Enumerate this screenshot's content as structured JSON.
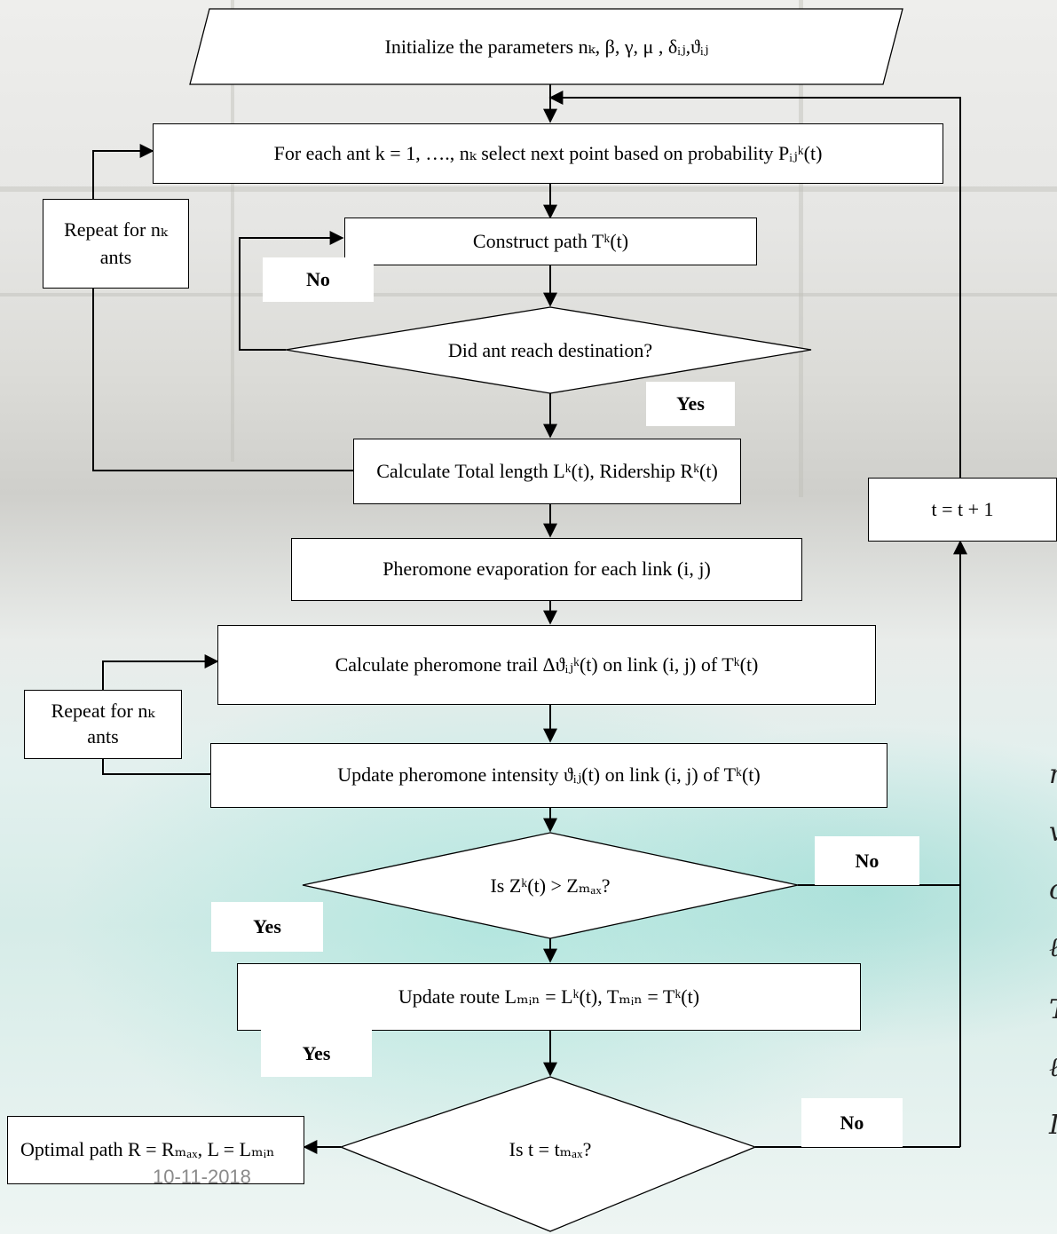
{
  "init": "Initialize the parameters nₖ, β, γ, μ , δᵢⱼ,ϑᵢⱼ",
  "select": "For each ant k = 1, …., nₖ select next point based on probability Pᵢⱼᵏ(t)",
  "repeat1": "Repeat for nₖ ants",
  "construct": "Construct path Tᵏ(t)",
  "no1": "No",
  "decision1": "Did ant reach destination?",
  "yes1": "Yes",
  "calc_total": "Calculate Total length Lᵏ(t), Ridership Rᵏ(t)",
  "t_update": "t = t + 1",
  "evaporation": "Pheromone evaporation for each link (i, j)",
  "calc_trail": "Calculate pheromone trail Δϑᵢⱼᵏ(t) on link (i, j) of Tᵏ(t)",
  "repeat2": "Repeat for nₖ ants",
  "update_intensity": "Update pheromone intensity ϑᵢⱼ(t) on link (i, j) of Tᵏ(t)",
  "decision2": "Is Zᵏ(t) > Zₘₐₓ?",
  "no2": "No",
  "yes2": "Yes",
  "update_route": "Update route Lₘᵢₙ = Lᵏ(t), Tₘᵢₙ = Tᵏ(t)",
  "yes3": "Yes",
  "optimal": "Optimal path R = Rₘₐₓ, L = Lₘᵢₙ",
  "decision3": "Is t = tₘₐₓ?",
  "no3": "No",
  "date": "10-11-2018",
  "side_chars": [
    "n",
    "v",
    "c",
    "ℓ",
    "T",
    "ℓ",
    "I"
  ]
}
